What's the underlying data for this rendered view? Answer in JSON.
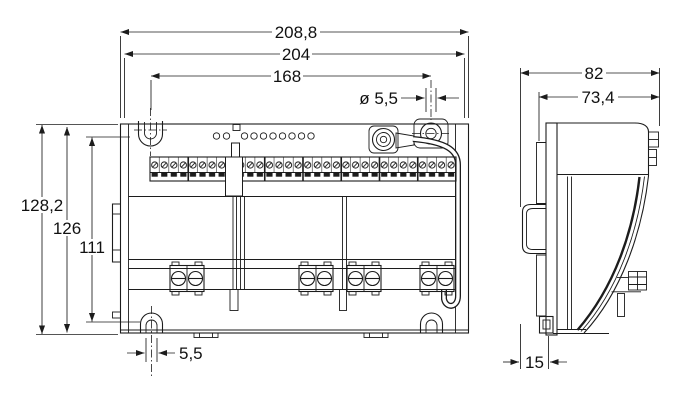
{
  "drawing": {
    "dimensions": {
      "front": {
        "overall_width": "208,8",
        "mounting_width": "204",
        "hole_spacing": "168",
        "hole_diameter": "ø 5,5",
        "overall_height": "128,2",
        "mid_height": "126",
        "inner_height": "111",
        "slot_width": "5,5"
      },
      "side": {
        "overall_depth": "82",
        "housing_depth": "73,4",
        "rail_offset": "15"
      }
    }
  }
}
